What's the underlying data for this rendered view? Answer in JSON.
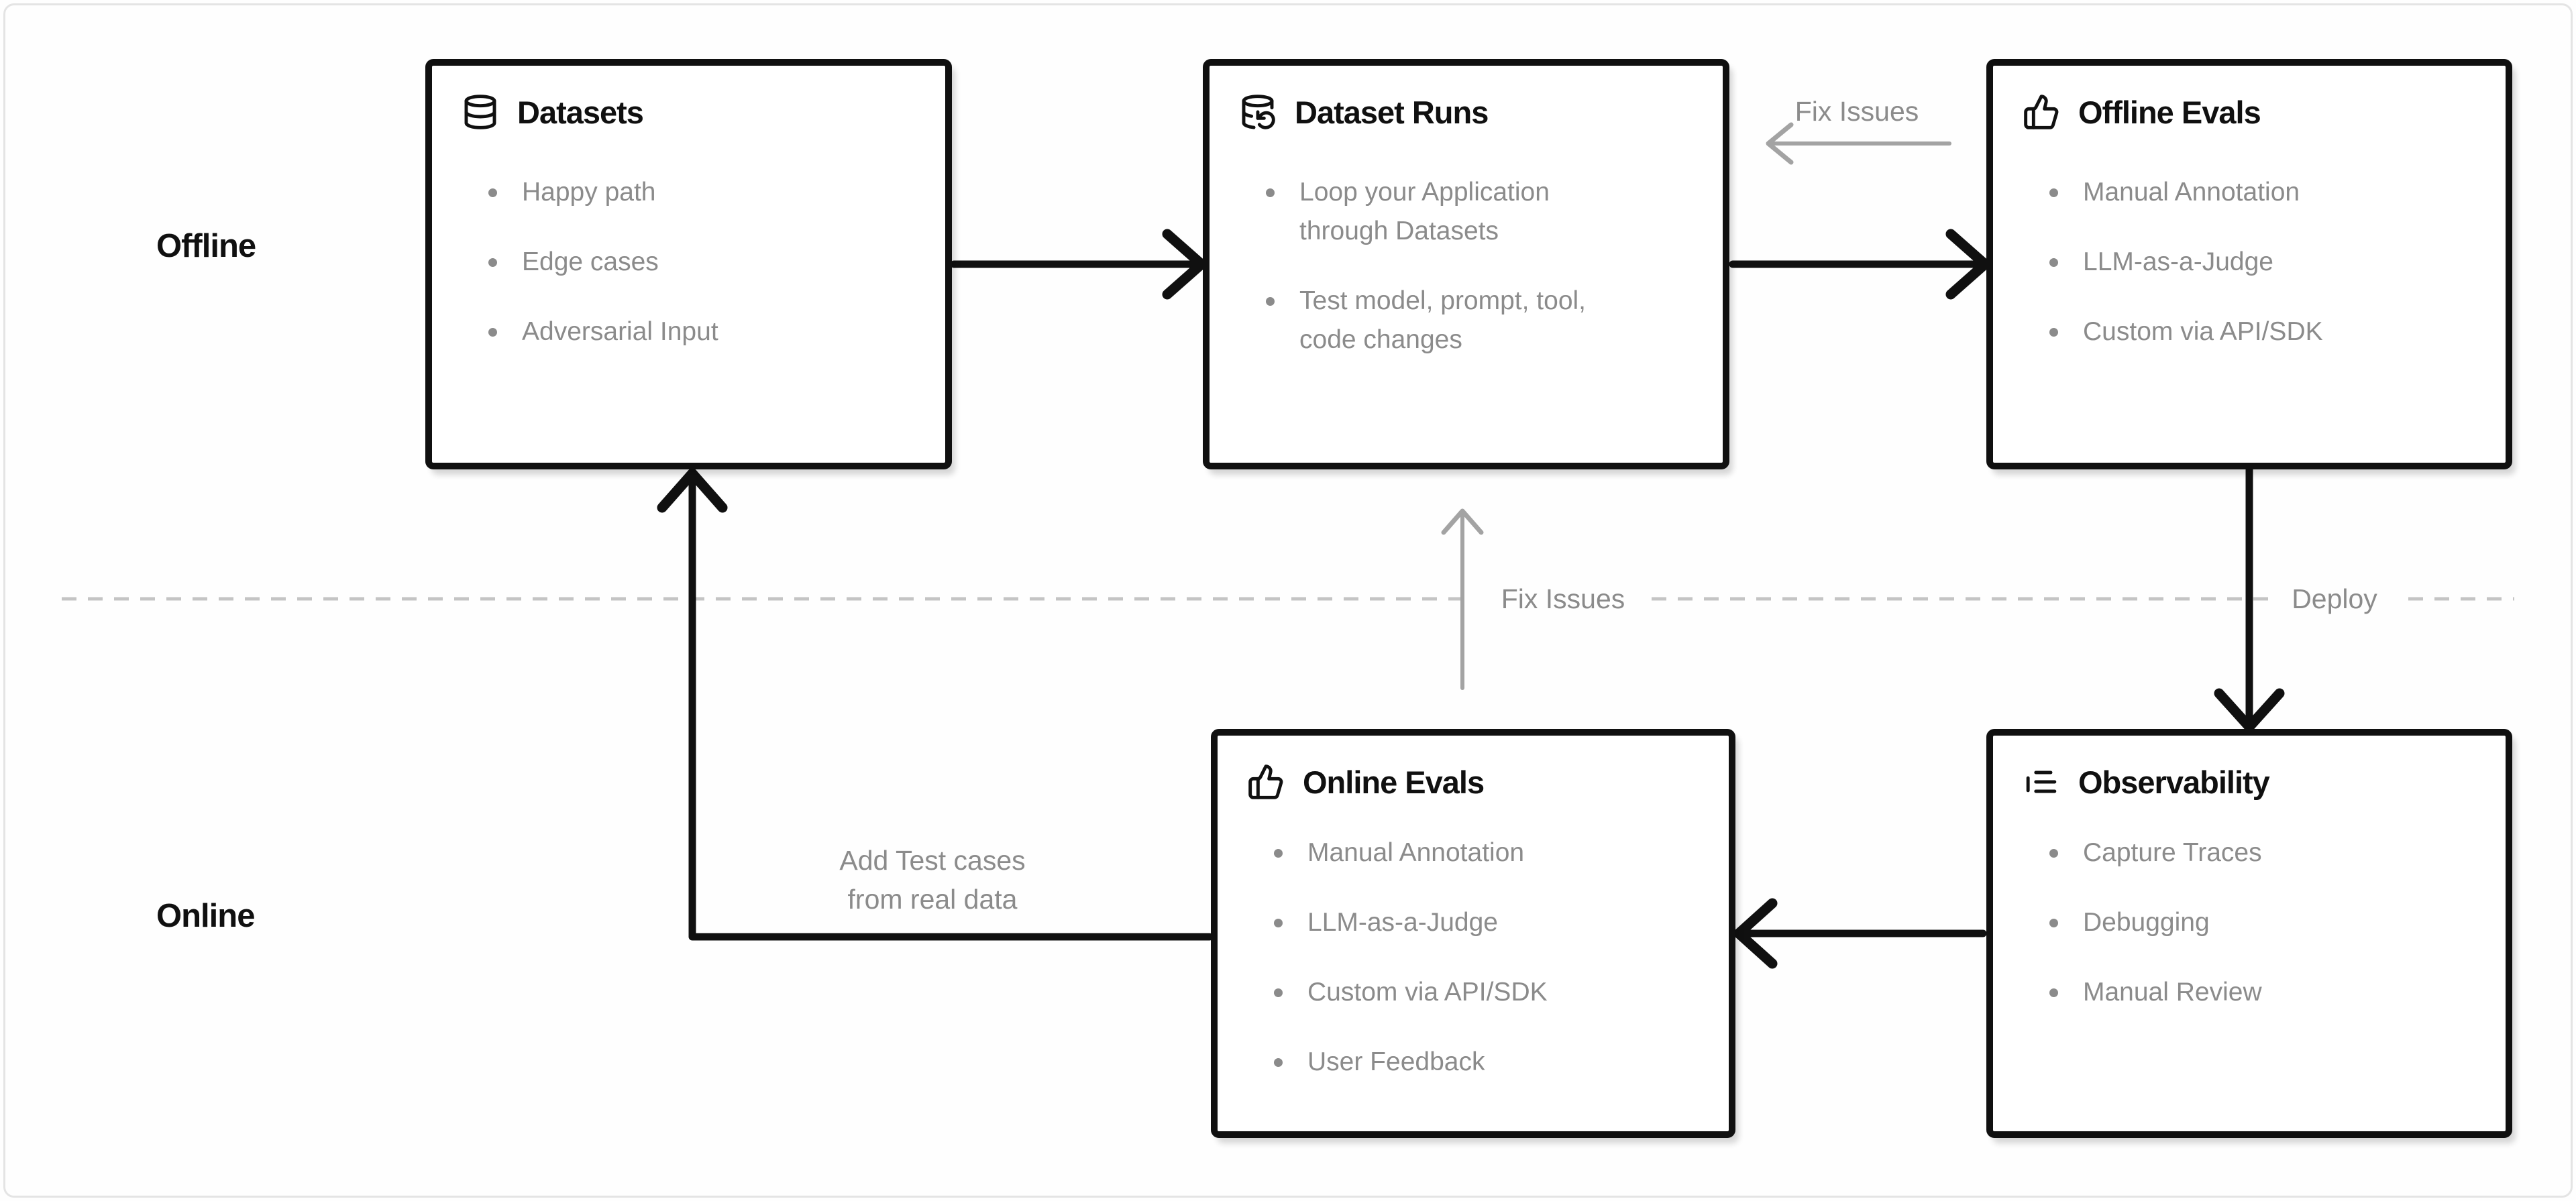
{
  "sections": {
    "offline": "Offline",
    "online": "Online"
  },
  "nodes": [
    {
      "title": "Datasets",
      "icon": "database-icon",
      "items": [
        "Happy path",
        "Edge cases",
        "Adversarial Input"
      ]
    },
    {
      "title": "Dataset Runs",
      "icon": "database-backup-icon",
      "items": [
        "Loop your Application through Datasets",
        "Test model, prompt, tool, code changes"
      ]
    },
    {
      "title": "Offline Evals",
      "icon": "thumbs-up-icon",
      "items": [
        "Manual Annotation",
        "LLM-as-a-Judge",
        "Custom via API/SDK"
      ]
    },
    {
      "title": "Online Evals",
      "icon": "thumbs-up-icon",
      "items": [
        "Manual Annotation",
        "LLM-as-a-Judge",
        "Custom via API/SDK",
        "User Feedback"
      ]
    },
    {
      "title": "Observability",
      "icon": "logs-icon",
      "items": [
        "Capture Traces",
        "Debugging",
        "Manual Review"
      ]
    }
  ],
  "labels": {
    "fix_issues_top": "Fix Issues",
    "fix_issues_mid": "Fix Issues",
    "deploy": "Deploy",
    "add_test_cases_line1": "Add Test cases",
    "add_test_cases_line2": "from real data"
  },
  "colors": {
    "ink": "#101010",
    "muted-text": "#8b8b8b",
    "gray-arrow": "#a3a3a3",
    "dash": "#c4c4c4",
    "frame": "#e4e4e4",
    "bg": "#fefefe"
  }
}
